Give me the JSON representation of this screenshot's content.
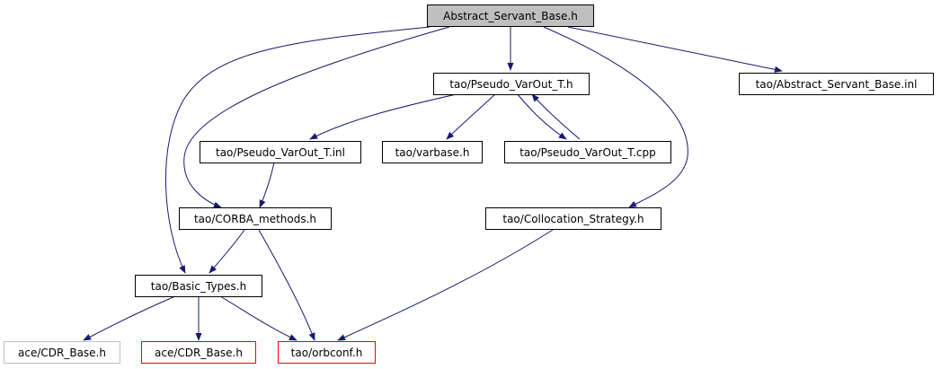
{
  "colors": {
    "edge": "#191970",
    "root_fill": "#bfbfbf",
    "missing_border": "#bfbfbf",
    "truncated_border": "#ff0000"
  },
  "nodes": {
    "abstract_servant_base_h": "Abstract_Servant_Base.h",
    "pseudo_varout_t_h": "tao/Pseudo_VarOut_T.h",
    "abstract_servant_base_inl": "tao/Abstract_Servant_Base.inl",
    "pseudo_varout_t_inl": "tao/Pseudo_VarOut_T.inl",
    "varbase_h": "tao/varbase.h",
    "pseudo_varout_t_cpp": "tao/Pseudo_VarOut_T.cpp",
    "corba_methods_h": "tao/CORBA_methods.h",
    "collocation_strategy_h": "tao/Collocation_Strategy.h",
    "basic_types_h": "tao/Basic_Types.h",
    "ace_cdr_base_h_gray": "ace/CDR_Base.h",
    "ace_cdr_base_h_red": "ace/CDR_Base.h",
    "orbconf_h": "tao/orbconf.h"
  }
}
